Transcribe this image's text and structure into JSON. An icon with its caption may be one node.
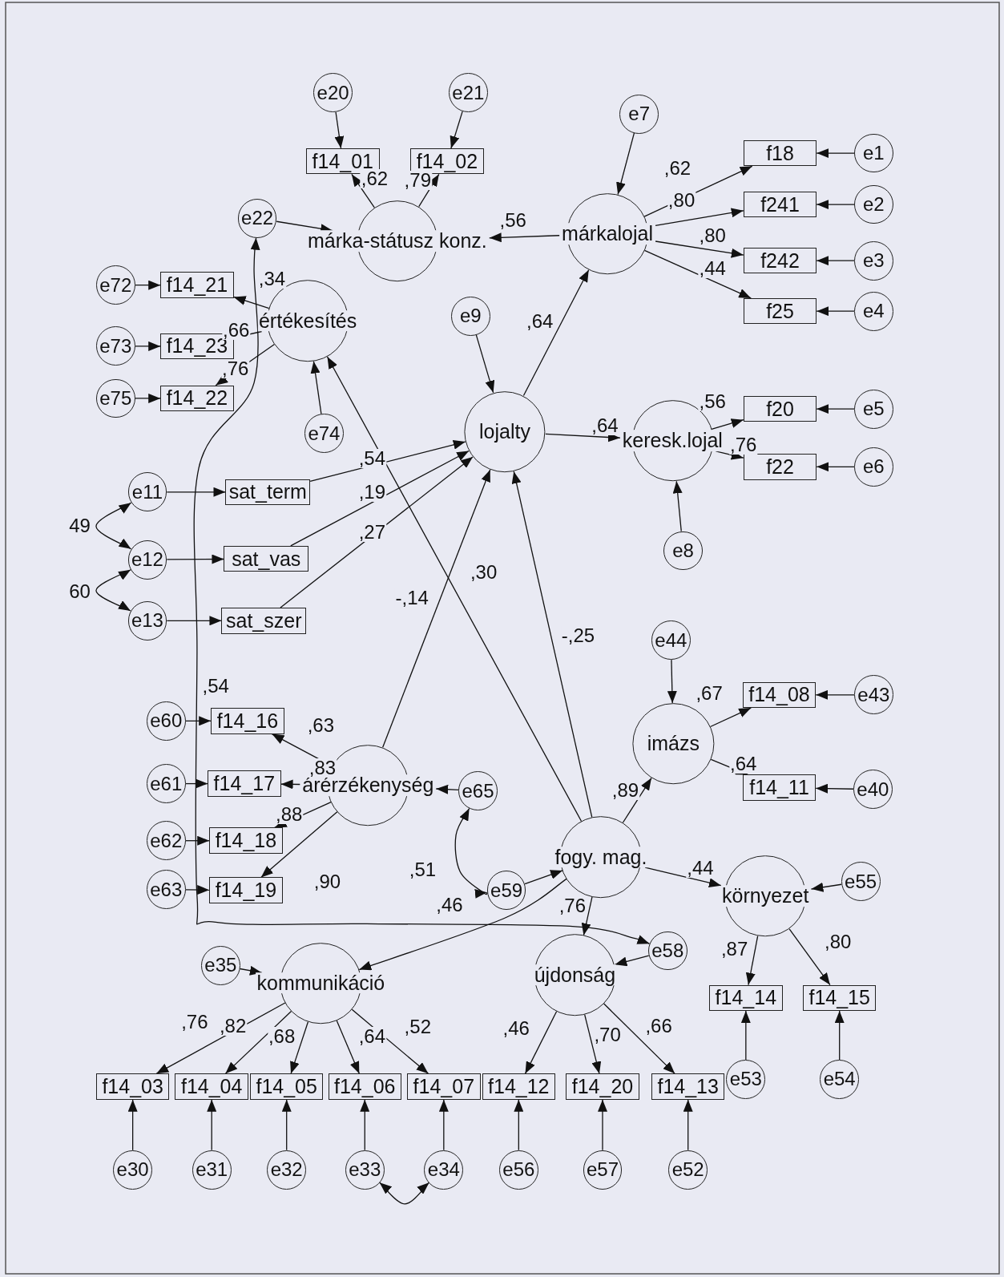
{
  "diagram": {
    "nodes": [
      {
        "text": [
          "e20"
        ]
      },
      {
        "text": [
          "e21"
        ]
      },
      {
        "text": [
          "e7"
        ]
      },
      {
        "text": [
          "f14_01"
        ]
      },
      {
        "text": [
          "f14_02"
        ]
      },
      {
        "text": [
          "f18"
        ]
      },
      {
        "text": [
          "e1"
        ]
      },
      {
        "text": [
          "f241"
        ]
      },
      {
        "text": [
          "e2"
        ]
      },
      {
        "text": [
          "e22"
        ]
      },
      {
        "text": [
          "márka-státusz konz."
        ]
      },
      {
        "text": [
          "márkalojal"
        ]
      },
      {
        "text": [
          "f242"
        ]
      },
      {
        "text": [
          "e3"
        ]
      },
      {
        "text": [
          "e72"
        ]
      },
      {
        "text": [
          "f14_21"
        ]
      },
      {
        "text": [
          "f25"
        ]
      },
      {
        "text": [
          "e4"
        ]
      },
      {
        "text": [
          "értékesítés"
        ]
      },
      {
        "text": [
          "e9"
        ]
      },
      {
        "text": [
          "e73"
        ]
      },
      {
        "text": [
          "f14_23"
        ]
      },
      {
        "text": [
          "e75"
        ]
      },
      {
        "text": [
          "f14_22"
        ]
      },
      {
        "text": [
          "f20"
        ]
      },
      {
        "text": [
          "e5"
        ]
      },
      {
        "text": [
          "e74"
        ]
      },
      {
        "text": [
          "lojalty"
        ]
      },
      {
        "text": [
          "keresk.lojal"
        ]
      },
      {
        "text": [
          "f22"
        ]
      },
      {
        "text": [
          "e6"
        ]
      },
      {
        "text": [
          "e11"
        ]
      },
      {
        "text": [
          "sat_term"
        ]
      },
      {
        "text": [
          "e8"
        ]
      },
      {
        "text": [
          "e12"
        ]
      },
      {
        "text": [
          "sat_vas"
        ]
      },
      {
        "text": [
          "e13"
        ]
      },
      {
        "text": [
          "sat_szer"
        ]
      },
      {
        "text": [
          "e44"
        ]
      },
      {
        "text": [
          "f14_08"
        ]
      },
      {
        "text": [
          "e43"
        ]
      },
      {
        "text": [
          "e60"
        ]
      },
      {
        "text": [
          "f14_16"
        ]
      },
      {
        "text": [
          "imázs"
        ]
      },
      {
        "text": [
          "e61"
        ]
      },
      {
        "text": [
          "f14_17"
        ]
      },
      {
        "text": [
          "árérzékenység"
        ]
      },
      {
        "text": [
          "e65"
        ]
      },
      {
        "text": [
          "f14_11"
        ]
      },
      {
        "text": [
          "e40"
        ]
      },
      {
        "text": [
          "e62"
        ]
      },
      {
        "text": [
          "f14_18"
        ]
      },
      {
        "text": [
          "fogy. mag."
        ]
      },
      {
        "text": [
          "e63"
        ]
      },
      {
        "text": [
          "f14_19"
        ]
      },
      {
        "text": [
          "e59"
        ]
      },
      {
        "text": [
          "e55"
        ]
      },
      {
        "text": [
          "környezet"
        ]
      },
      {
        "text": [
          "e58"
        ]
      },
      {
        "text": [
          "e35"
        ]
      },
      {
        "text": [
          "kommunikáció"
        ]
      },
      {
        "text": [
          "újdonság"
        ]
      },
      {
        "text": [
          "f14_14"
        ]
      },
      {
        "text": [
          "f14_15"
        ]
      },
      {
        "text": [
          "e53"
        ]
      },
      {
        "text": [
          "e54"
        ]
      },
      {
        "text": [
          "f14_03"
        ]
      },
      {
        "text": [
          "f14_04"
        ]
      },
      {
        "text": [
          "f14_05"
        ]
      },
      {
        "text": [
          "f14_06"
        ]
      },
      {
        "text": [
          "f14_07"
        ]
      },
      {
        "text": [
          "f14_12"
        ]
      },
      {
        "text": [
          "f14_20"
        ]
      },
      {
        "text": [
          "f14_13"
        ]
      },
      {
        "text": [
          "e30"
        ]
      },
      {
        "text": [
          "e31"
        ]
      },
      {
        "text": [
          "e32"
        ]
      },
      {
        "text": [
          "e33"
        ]
      },
      {
        "text": [
          "e34"
        ]
      },
      {
        "text": [
          "e56"
        ]
      },
      {
        "text": [
          "e57"
        ]
      },
      {
        "text": [
          "e52"
        ]
      }
    ],
    "edges": [
      {
        "from": 0,
        "to": 3,
        "arrow": "to"
      },
      {
        "from": 1,
        "to": 4,
        "arrow": "to"
      },
      {
        "from": 10,
        "to": 3,
        "arrow": "to",
        "label": ",62"
      },
      {
        "from": 10,
        "to": 4,
        "arrow": "to",
        "label": ",79"
      },
      {
        "from": 9,
        "to": 10,
        "arrow": "to"
      },
      {
        "from": 11,
        "to": 10,
        "arrow": "to",
        "label": ",56"
      },
      {
        "from": 2,
        "to": 11,
        "arrow": "to"
      },
      {
        "from": 11,
        "to": 5,
        "arrow": "to",
        "label": ",62"
      },
      {
        "from": 11,
        "to": 7,
        "arrow": "to",
        "label": ",80"
      },
      {
        "from": 11,
        "to": 12,
        "arrow": "to",
        "label": ",80"
      },
      {
        "from": 11,
        "to": 16,
        "arrow": "to",
        "label": ",44"
      },
      {
        "from": 6,
        "to": 5,
        "arrow": "to"
      },
      {
        "from": 8,
        "to": 7,
        "arrow": "to"
      },
      {
        "from": 13,
        "to": 12,
        "arrow": "to"
      },
      {
        "from": 17,
        "to": 16,
        "arrow": "to"
      },
      {
        "from": 14,
        "to": 15,
        "arrow": "to"
      },
      {
        "from": 20,
        "to": 21,
        "arrow": "to"
      },
      {
        "from": 22,
        "to": 23,
        "arrow": "to"
      },
      {
        "from": 18,
        "to": 15,
        "arrow": "to",
        "label": ",34"
      },
      {
        "from": 18,
        "to": 21,
        "arrow": "to",
        "label": ",66"
      },
      {
        "from": 18,
        "to": 23,
        "arrow": "to",
        "label": ",76"
      },
      {
        "from": 26,
        "to": 18,
        "arrow": "to"
      },
      {
        "from": 19,
        "to": 27,
        "arrow": "to"
      },
      {
        "from": 27,
        "to": 11,
        "arrow": "to",
        "label": ",64"
      },
      {
        "from": 27,
        "to": 28,
        "arrow": "to",
        "label": ",64"
      },
      {
        "from": 28,
        "to": 24,
        "arrow": "to",
        "label": ",56"
      },
      {
        "from": 28,
        "to": 29,
        "arrow": "to",
        "label": ",76"
      },
      {
        "from": 25,
        "to": 24,
        "arrow": "to"
      },
      {
        "from": 30,
        "to": 29,
        "arrow": "to"
      },
      {
        "from": 33,
        "to": 28,
        "arrow": "to"
      },
      {
        "from": 31,
        "to": 32,
        "arrow": "to"
      },
      {
        "from": 34,
        "to": 35,
        "arrow": "to"
      },
      {
        "from": 36,
        "to": 37,
        "arrow": "to"
      },
      {
        "from": 31,
        "to": 34,
        "arrow": "both",
        "label": "49"
      },
      {
        "from": 34,
        "to": 36,
        "arrow": "both",
        "label": "60"
      },
      {
        "from": 32,
        "to": 27,
        "arrow": "to",
        "label": ",54"
      },
      {
        "from": 35,
        "to": 27,
        "arrow": "to",
        "label": ",19"
      },
      {
        "from": 37,
        "to": 27,
        "arrow": "to",
        "label": ",27"
      },
      {
        "from": 46,
        "to": 27,
        "arrow": "to",
        "label": "-,14"
      },
      {
        "from": 52,
        "to": 27,
        "arrow": "to",
        "label": "-,25"
      },
      {
        "from": 52,
        "to": 18,
        "arrow": "to",
        "label": ",30"
      },
      {
        "from": 9,
        "to": 58,
        "arrow": "both",
        "label": ",54"
      },
      {
        "from": 41,
        "to": 42,
        "arrow": "to"
      },
      {
        "from": 44,
        "to": 45,
        "arrow": "to"
      },
      {
        "from": 50,
        "to": 51,
        "arrow": "to"
      },
      {
        "from": 53,
        "to": 54,
        "arrow": "to"
      },
      {
        "from": 46,
        "to": 42,
        "arrow": "to",
        "label": ",63"
      },
      {
        "from": 46,
        "to": 45,
        "arrow": "to",
        "label": ",83"
      },
      {
        "from": 46,
        "to": 51,
        "arrow": "to",
        "label": ",88"
      },
      {
        "from": 46,
        "to": 54,
        "arrow": "to",
        "label": ",90"
      },
      {
        "from": 47,
        "to": 46,
        "arrow": "to"
      },
      {
        "from": 47,
        "to": 55,
        "arrow": "both",
        "label": ",51"
      },
      {
        "from": 38,
        "to": 43,
        "arrow": "to"
      },
      {
        "from": 43,
        "to": 39,
        "arrow": "to",
        "label": ",67"
      },
      {
        "from": 43,
        "to": 48,
        "arrow": "to",
        "label": ",64"
      },
      {
        "from": 40,
        "to": 39,
        "arrow": "to"
      },
      {
        "from": 49,
        "to": 48,
        "arrow": "to"
      },
      {
        "from": 52,
        "to": 43,
        "arrow": "to",
        "label": ",89"
      },
      {
        "from": 55,
        "to": 52,
        "arrow": "to"
      },
      {
        "from": 52,
        "to": 60,
        "arrow": "to",
        "label": ",46"
      },
      {
        "from": 52,
        "to": 57,
        "arrow": "to",
        "label": ",44"
      },
      {
        "from": 52,
        "to": 61,
        "arrow": "to",
        "label": ",76"
      },
      {
        "from": 56,
        "to": 57,
        "arrow": "to"
      },
      {
        "from": 58,
        "to": 61,
        "arrow": "to"
      },
      {
        "from": 59,
        "to": 60,
        "arrow": "to"
      },
      {
        "from": 57,
        "to": 62,
        "arrow": "to",
        "label": ",87"
      },
      {
        "from": 57,
        "to": 63,
        "arrow": "to",
        "label": ",80"
      },
      {
        "from": 64,
        "to": 62,
        "arrow": "to"
      },
      {
        "from": 65,
        "to": 63,
        "arrow": "to"
      },
      {
        "from": 60,
        "to": 66,
        "arrow": "to",
        "label": ",76"
      },
      {
        "from": 60,
        "to": 67,
        "arrow": "to",
        "label": ",82"
      },
      {
        "from": 60,
        "to": 68,
        "arrow": "to",
        "label": ",68"
      },
      {
        "from": 60,
        "to": 69,
        "arrow": "to",
        "label": ",64"
      },
      {
        "from": 60,
        "to": 70,
        "arrow": "to",
        "label": ",52"
      },
      {
        "from": 61,
        "to": 71,
        "arrow": "to",
        "label": ",46"
      },
      {
        "from": 61,
        "to": 72,
        "arrow": "to",
        "label": ",70"
      },
      {
        "from": 61,
        "to": 73,
        "arrow": "to",
        "label": ",66"
      },
      {
        "from": 74,
        "to": 66,
        "arrow": "to"
      },
      {
        "from": 75,
        "to": 67,
        "arrow": "to"
      },
      {
        "from": 76,
        "to": 68,
        "arrow": "to"
      },
      {
        "from": 77,
        "to": 69,
        "arrow": "to"
      },
      {
        "from": 78,
        "to": 70,
        "arrow": "to"
      },
      {
        "from": 79,
        "to": 71,
        "arrow": "to"
      },
      {
        "from": 80,
        "to": 72,
        "arrow": "to"
      },
      {
        "from": 81,
        "to": 73,
        "arrow": "to"
      },
      {
        "from": 77,
        "to": 78,
        "arrow": "both"
      }
    ]
  }
}
